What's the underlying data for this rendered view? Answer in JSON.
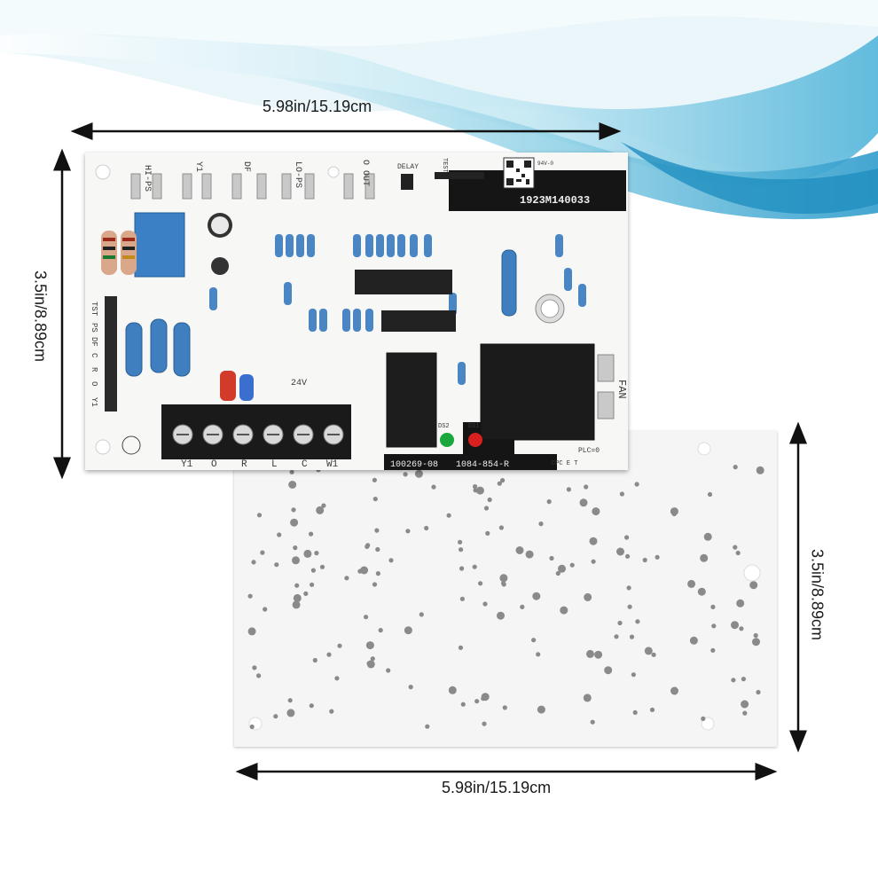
{
  "dimensions": {
    "top_width": "5.98in/15.19cm",
    "left_height": "3.5in/8.89cm",
    "right_height": "3.5in/8.89cm",
    "bottom_width": "5.98in/15.19cm"
  },
  "board_front": {
    "serial": "1923M140033",
    "part_number": "100269-08",
    "board_code": "1084-854-R",
    "plc_mark": "PLC=0",
    "cpc_mark": "CPC E T",
    "ul_mark": "94V-0",
    "voltage_mark": "24V",
    "delay_label": "DELAY",
    "test_label": "TEST",
    "fan_label": "FAN",
    "top_terminal_labels": [
      "HI-PS",
      "Y1",
      "DF",
      "LO-PS",
      "O OUT"
    ],
    "left_header_labels": [
      "TST",
      "PS",
      "DF",
      "C",
      "R",
      "O",
      "Y1"
    ],
    "bottom_terminal_labels": [
      "Y1",
      "O",
      "R",
      "L",
      "C",
      "W1"
    ],
    "led_labels": [
      "DS2",
      "DS1"
    ],
    "colors": {
      "board": "#f7f7f6",
      "black_mask": "#151515",
      "relay_blue": "#3b7fc4",
      "led_green": "#1aa83c",
      "led_red": "#d8211f",
      "wave_blue": "#3aa6cf"
    }
  }
}
